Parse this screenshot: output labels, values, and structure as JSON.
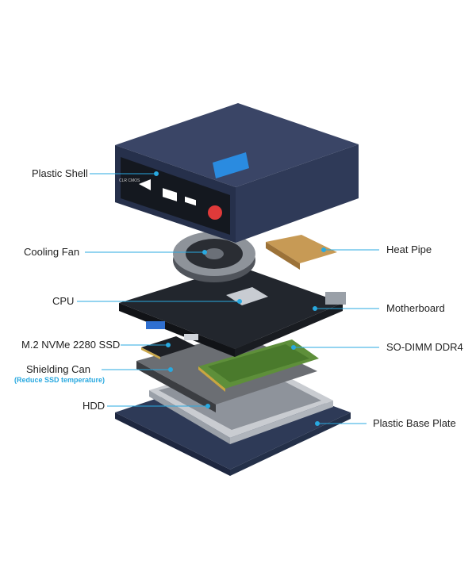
{
  "labels": {
    "plastic_shell": "Plastic Shell",
    "cooling_fan": "Cooling Fan",
    "cpu": "CPU",
    "ssd": "M.2 NVMe 2280 SSD",
    "shielding_can": "Shielding Can",
    "shielding_can_note": "(Reduce SSD temperature)",
    "hdd": "HDD",
    "heat_pipe": "Heat Pipe",
    "motherboard": "Motherboard",
    "ram": "SO-DIMM DDR4",
    "base_plate": "Plastic Base Plate"
  },
  "front_panel": {
    "clr_cmos": "CLR CMOS"
  },
  "colors": {
    "leader_line": "#29a9e0",
    "shell": "#2a3350",
    "power_button": "#e03a3a"
  }
}
